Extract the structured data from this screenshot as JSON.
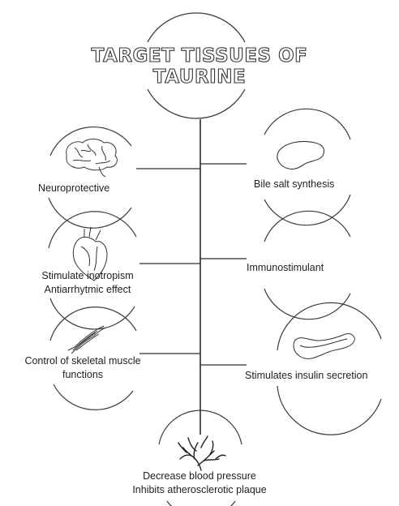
{
  "title": {
    "line1": "TARGET TISSUES OF",
    "line2": "TAURINE"
  },
  "nodes": {
    "neuroprotective": {
      "label": "Neuroprotective",
      "icon": "brain-icon"
    },
    "heart": {
      "line1": "Stimulate inotropism",
      "line2": "Antiarrhytmic effect",
      "icon": "heart-icon"
    },
    "muscle": {
      "line1": "Control of skeletal muscle",
      "line2": "functions",
      "icon": "muscle-icon"
    },
    "bile": {
      "label": "Bile salt synthesis",
      "icon": "liver-icon"
    },
    "immuno": {
      "label": "Immunostimulant"
    },
    "insulin": {
      "label": "Stimulates insulin secretion",
      "icon": "pancreas-icon"
    },
    "vascular": {
      "line1": "Decrease blood pressure",
      "line2": "Inhibits atherosclerotic plaque",
      "icon": "blood-vessel-icon"
    }
  },
  "colors": {
    "line": "#2a2a2a",
    "arc": "#3a3a3a",
    "background": "#ffffff"
  }
}
